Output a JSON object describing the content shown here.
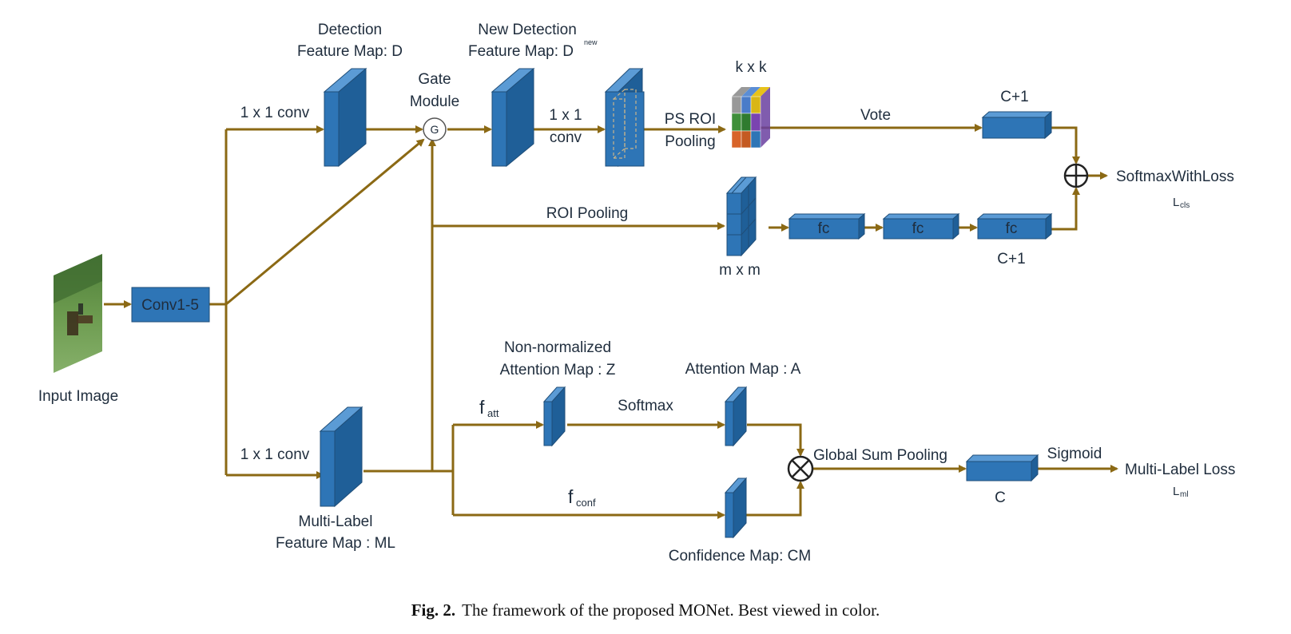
{
  "colors": {
    "flow": "#8B6914",
    "block": "#2E75B6",
    "block_edge": "#1F4E79"
  },
  "input": {
    "label": "Input Image"
  },
  "backbone": {
    "label": "Conv1-5"
  },
  "detection_map": {
    "line1": "Detection",
    "line2": "Feature Map: D"
  },
  "new_detection_map": {
    "line1": "New Detection",
    "line2": "Feature Map: D",
    "sup": "new"
  },
  "gate": {
    "line1": "Gate",
    "line2": "Module",
    "symbol": "G"
  },
  "conv_top": {
    "label": "1 x 1 conv"
  },
  "conv_mid": {
    "line1": "1 x 1",
    "line2": "conv"
  },
  "conv_bottom": {
    "label": "1 x 1 conv"
  },
  "ps_roi": {
    "line1": "PS ROI",
    "line2": "Pooling",
    "grid_label": "k x k"
  },
  "vote": {
    "label": "Vote"
  },
  "c_plus_1_top": {
    "label": "C+1"
  },
  "c_plus_1_bottom": {
    "label": "C+1"
  },
  "roi_pooling": {
    "label": "ROI Pooling",
    "grid_label": "m x m"
  },
  "fc_boxes": [
    "fc",
    "fc",
    "fc"
  ],
  "softmax_loss": {
    "label": "SoftmaxWithLoss",
    "loss_main": "L",
    "loss_sub": "cls"
  },
  "multilabel_map": {
    "line1": "Multi-Label",
    "line2": "Feature Map : ML"
  },
  "f_att": {
    "main": "f",
    "sub": "att"
  },
  "f_conf": {
    "main": "f",
    "sub": "conf"
  },
  "attention_z": {
    "line1": "Non-normalized",
    "line2": "Attention Map : Z"
  },
  "softmax": {
    "label": "Softmax"
  },
  "attention_a": {
    "label": "Attention Map : A"
  },
  "confidence": {
    "label": "Confidence Map: CM"
  },
  "global_pool": {
    "label": "Global Sum Pooling"
  },
  "c_box": {
    "label": "C"
  },
  "sigmoid": {
    "label": "Sigmoid"
  },
  "ml_loss": {
    "label": "Multi-Label Loss",
    "loss_main": "L",
    "loss_sub": "ml"
  },
  "caption": {
    "fig": "Fig. 2.",
    "text": "The framework of the proposed MONet. Best viewed in color."
  }
}
